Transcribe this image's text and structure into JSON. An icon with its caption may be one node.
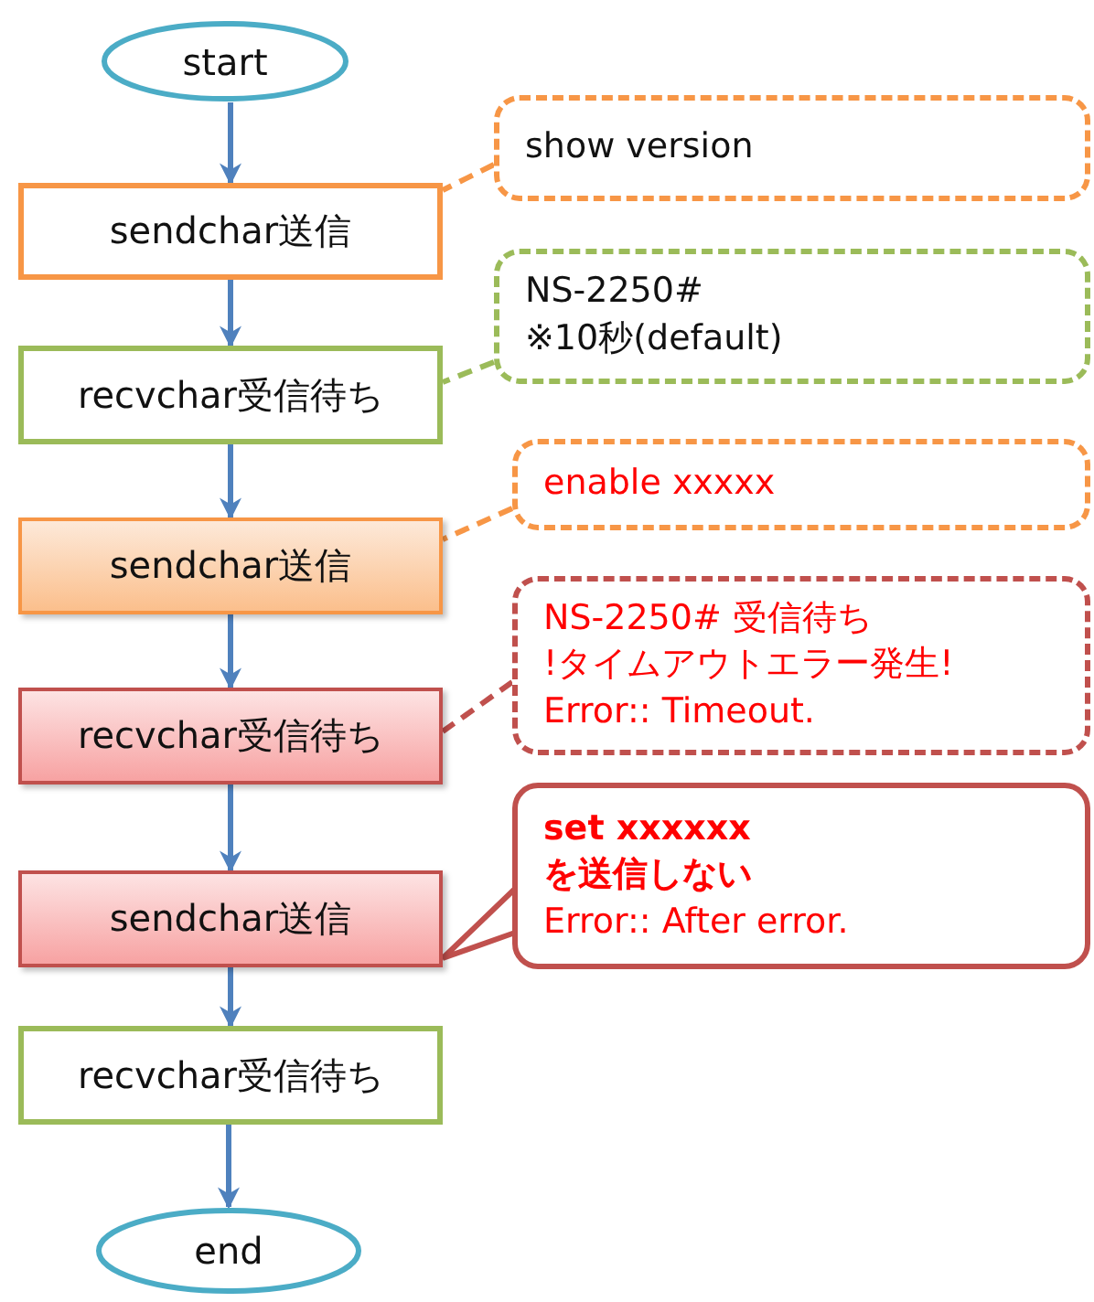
{
  "diagram": {
    "nodes": [
      {
        "text": [
          "start"
        ]
      },
      {
        "text": [
          "sendchar送信"
        ]
      },
      {
        "text": [
          "show version"
        ]
      },
      {
        "text": [
          "recvchar受信待ち"
        ]
      },
      {
        "text": [
          "NS-2250#",
          "※10秒(default)"
        ]
      },
      {
        "text": [
          "sendchar送信"
        ]
      },
      {
        "text": [
          "enable xxxxx"
        ]
      },
      {
        "text": [
          "recvchar受信待ち"
        ]
      },
      {
        "text": [
          "NS-2250# 受信待ち",
          "!タイムアウトエラー発生!",
          "Error:: Timeout."
        ]
      },
      {
        "text": [
          "sendchar送信"
        ]
      },
      {
        "text": [
          "set xxxxxx を送信しない",
          "Error:: After error."
        ]
      },
      {
        "text": [
          "recvchar受信待ち"
        ]
      },
      {
        "text": [
          "end"
        ]
      }
    ],
    "edges": [
      {
        "from": 0,
        "to": 1,
        "arrow": "to"
      },
      {
        "from": 2,
        "to": 1,
        "arrow": "none",
        "style": "dashed",
        "color": "#f79646"
      },
      {
        "from": 1,
        "to": 3,
        "arrow": "to"
      },
      {
        "from": 4,
        "to": 3,
        "arrow": "none",
        "style": "dashed",
        "color": "#9bbb59"
      },
      {
        "from": 3,
        "to": 5,
        "arrow": "to"
      },
      {
        "from": 6,
        "to": 5,
        "arrow": "none",
        "style": "dashed",
        "color": "#f79646"
      },
      {
        "from": 5,
        "to": 7,
        "arrow": "to"
      },
      {
        "from": 8,
        "to": 7,
        "arrow": "none",
        "style": "dashed",
        "color": "#c0504d"
      },
      {
        "from": 7,
        "to": 9,
        "arrow": "to"
      },
      {
        "from": 10,
        "to": 9,
        "arrow": "to",
        "color": "#c0504d"
      },
      {
        "from": 9,
        "to": 11,
        "arrow": "to"
      },
      {
        "from": 11,
        "to": 12,
        "arrow": "to"
      }
    ]
  }
}
